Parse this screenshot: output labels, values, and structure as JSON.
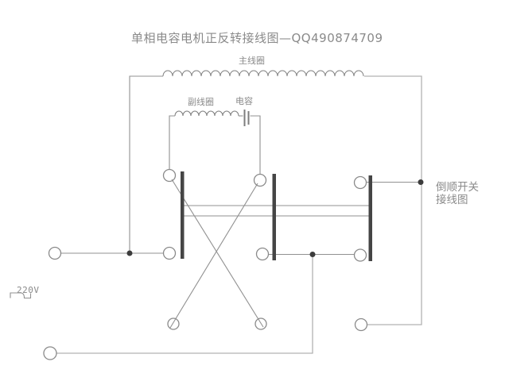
{
  "title": "单相电容电机正反转接线图—QQ490874709",
  "diagram": {
    "labels": {
      "main_coil": "主线圈",
      "aux_coil": "副线圈",
      "capacitor": "电容",
      "switch_line1": "倒顺开关",
      "switch_line2": "接线图",
      "voltage": "220V"
    },
    "colors": {
      "background": "#ffffff",
      "wire": "#919191",
      "wire_light": "#b2b2b2",
      "coil": "#7e7e7e",
      "bar": "#454545",
      "dot": "#3c3c3c",
      "terminal": "#8a8a8a",
      "text": "#8a8a8a",
      "title_text": "#8f8f8f"
    }
  }
}
